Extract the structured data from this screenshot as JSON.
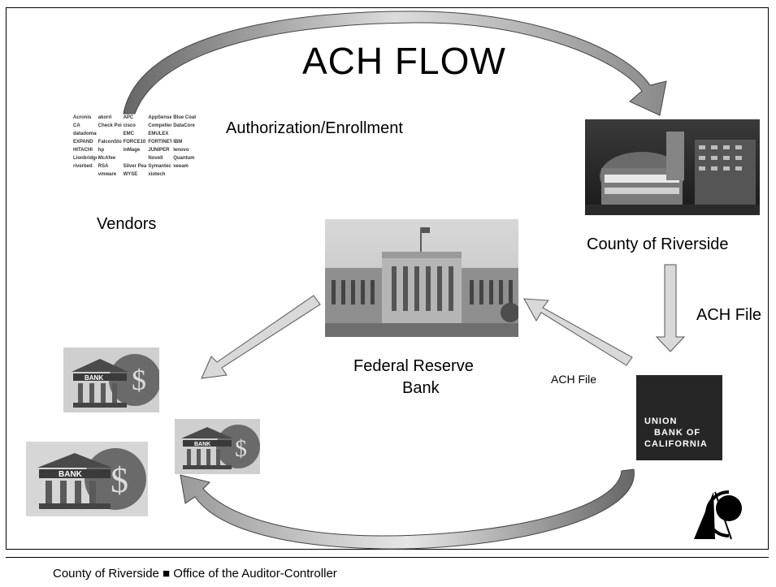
{
  "title": "ACH FLOW",
  "labels": {
    "authorization": "Authorization/Enrollment",
    "vendors": "Vendors",
    "county": "County of Riverside",
    "fed_line1": "Federal Reserve",
    "fed_line2": "Bank",
    "ach_file_right": "ACH File",
    "ach_file_mid": "ACH File"
  },
  "union_bank": {
    "line1": "UNION",
    "line2": "BANK OF",
    "line3": "CALIFORNIA"
  },
  "bank_icon_text": "BANK",
  "vendor_logos": [
    "Acronis",
    "akorri",
    "APC",
    "AppSense",
    "Blue Coat",
    "CA",
    "Check Point",
    "cisco",
    "Compellent",
    "DataCore",
    "datadomain",
    "",
    "EMC",
    "EMULEX",
    "",
    "EXPAND",
    "FalconStor",
    "FORCE10",
    "FORTINET",
    "IBM",
    "HITACHI",
    "hp",
    "inMage",
    "JUNIPER",
    "lenovo",
    "Lionbridge",
    "McAfee",
    "",
    "Novell",
    "Quantum",
    "riverbed",
    "RSA",
    "Silver Peak",
    "Symantec",
    "veeam",
    "",
    "vmware",
    "WYSE",
    "xiotech"
  ],
  "footer": "County of Riverside ■ Office of the Auditor-Controller"
}
